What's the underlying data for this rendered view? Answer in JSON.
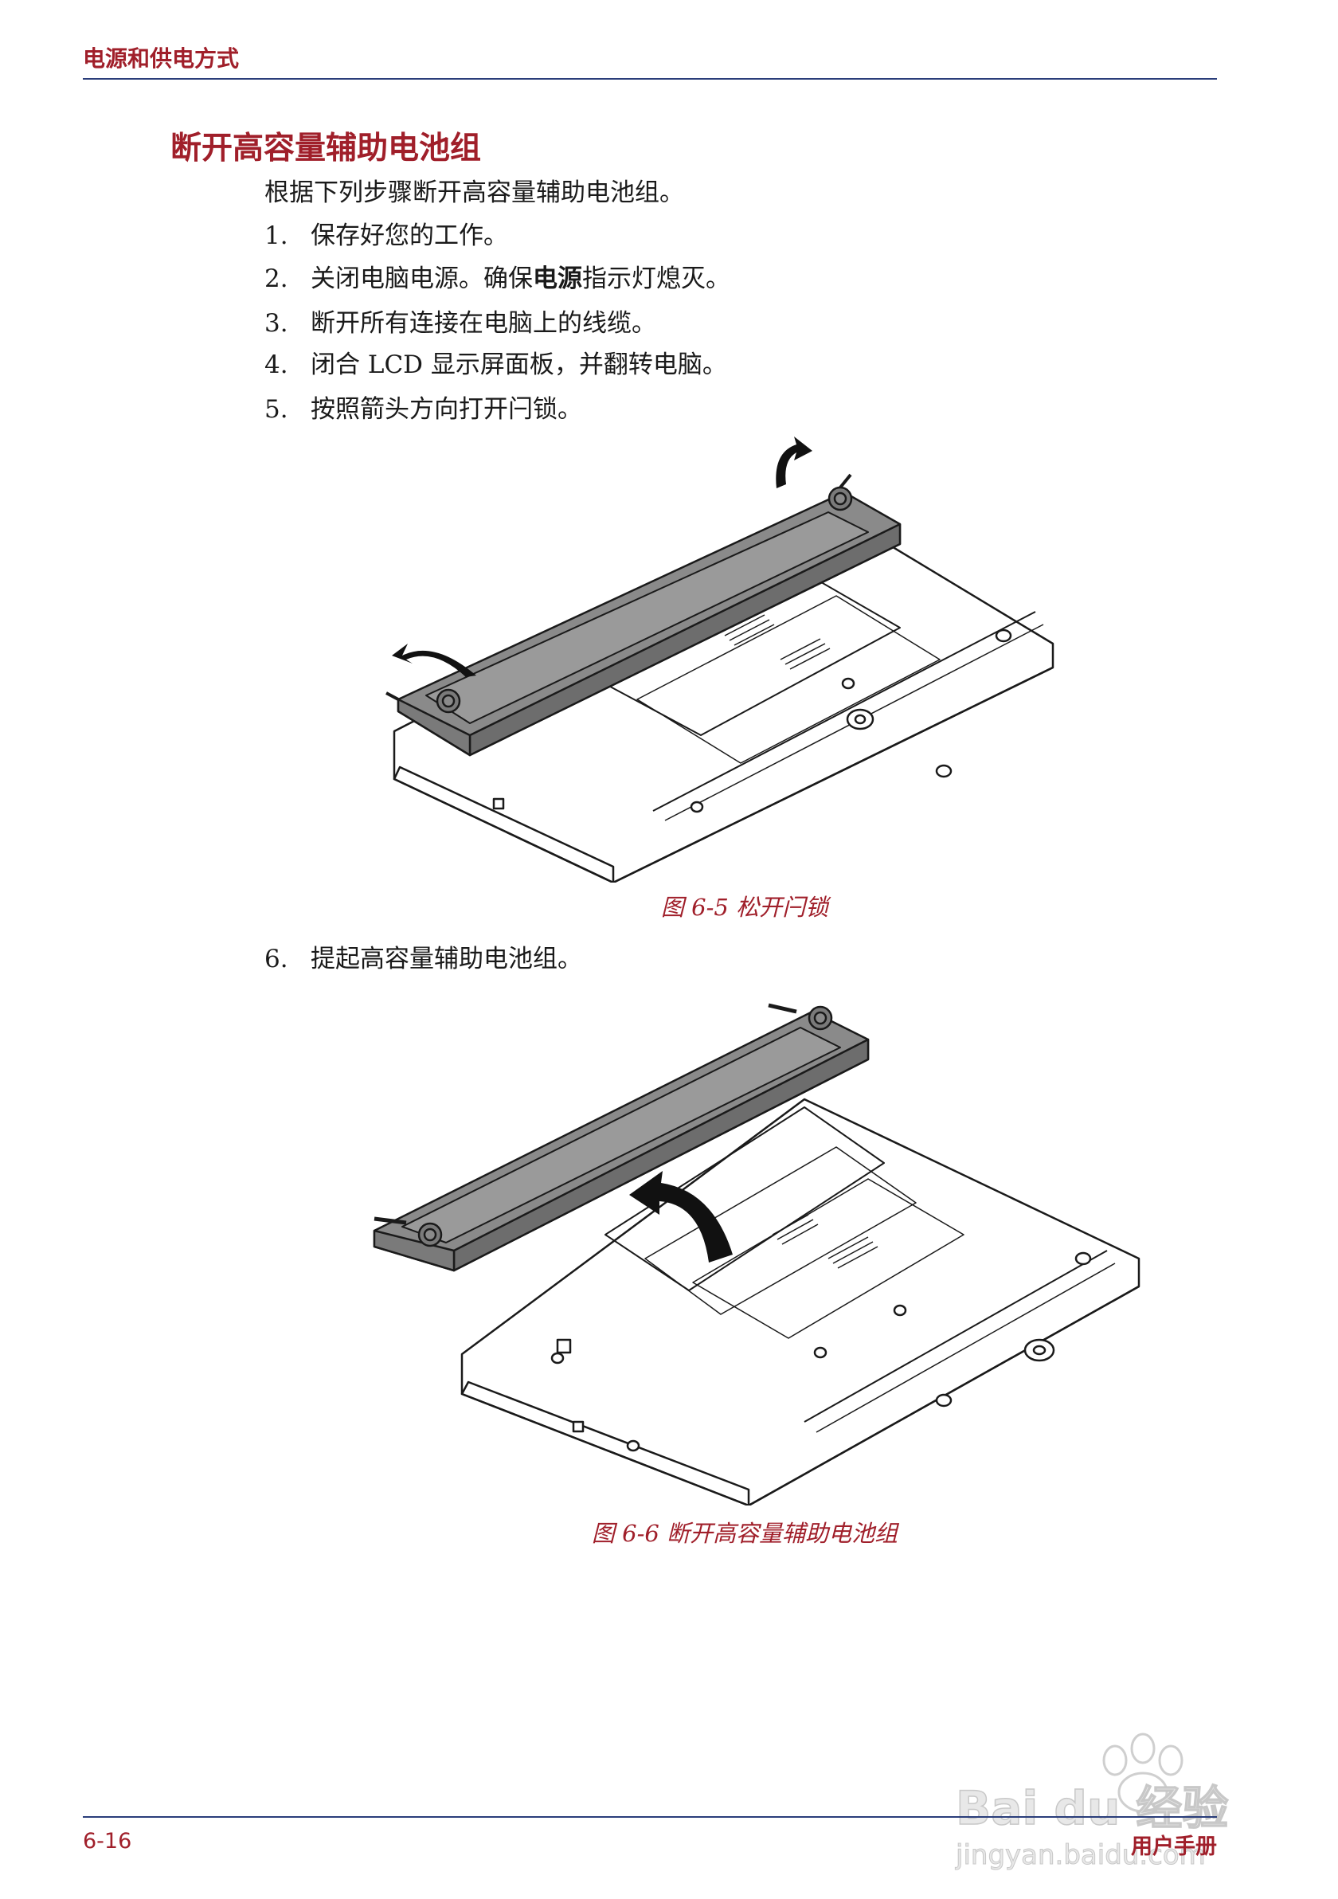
{
  "header": {
    "title": "电源和供电方式"
  },
  "section": {
    "title": "断开高容量辅助电池组",
    "intro": "根据下列步骤断开高容量辅助电池组。"
  },
  "steps": [
    {
      "num": "1.",
      "text": "保存好您的工作。"
    },
    {
      "num": "2.",
      "pre": "关闭电脑电源。确保",
      "bold": "电源",
      "post": "指示灯熄灭。"
    },
    {
      "num": "3.",
      "text": "断开所有连接在电脑上的线缆。"
    },
    {
      "num": "4.",
      "text": "闭合 LCD 显示屏面板，并翻转电脑。"
    },
    {
      "num": "5.",
      "text": "按照箭头方向打开闩锁。"
    },
    {
      "num": "6.",
      "text": "提起高容量辅助电池组。"
    }
  ],
  "figures": [
    {
      "caption": "图 6-5 松开闩锁"
    },
    {
      "caption": "图 6-6 断开高容量辅助电池组"
    }
  ],
  "footer": {
    "page": "6-16",
    "manual": "用户手册"
  },
  "watermark": {
    "brand": "Bai du 经验",
    "url": "jingyan.baidu.com"
  },
  "colors": {
    "accent": "#a01f2a",
    "rule": "#2a3d7a"
  }
}
